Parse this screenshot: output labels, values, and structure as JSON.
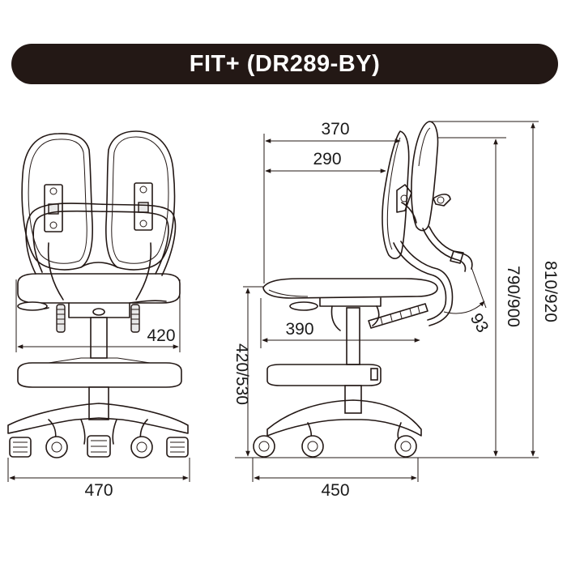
{
  "title": "FIT+ (DR289-BY)",
  "dimensions": {
    "front_width": "470",
    "front_inner_width": "420",
    "side_depth": "450",
    "side_top_depth": "370",
    "side_back_depth": "290",
    "seat_depth": "390",
    "seat_height": "420/530",
    "back_height": "790/900",
    "total_height": "810/920",
    "back_angle": "93"
  },
  "colors": {
    "title_bar": "#231815",
    "line": "#231815",
    "text": "#1a1a1a"
  }
}
